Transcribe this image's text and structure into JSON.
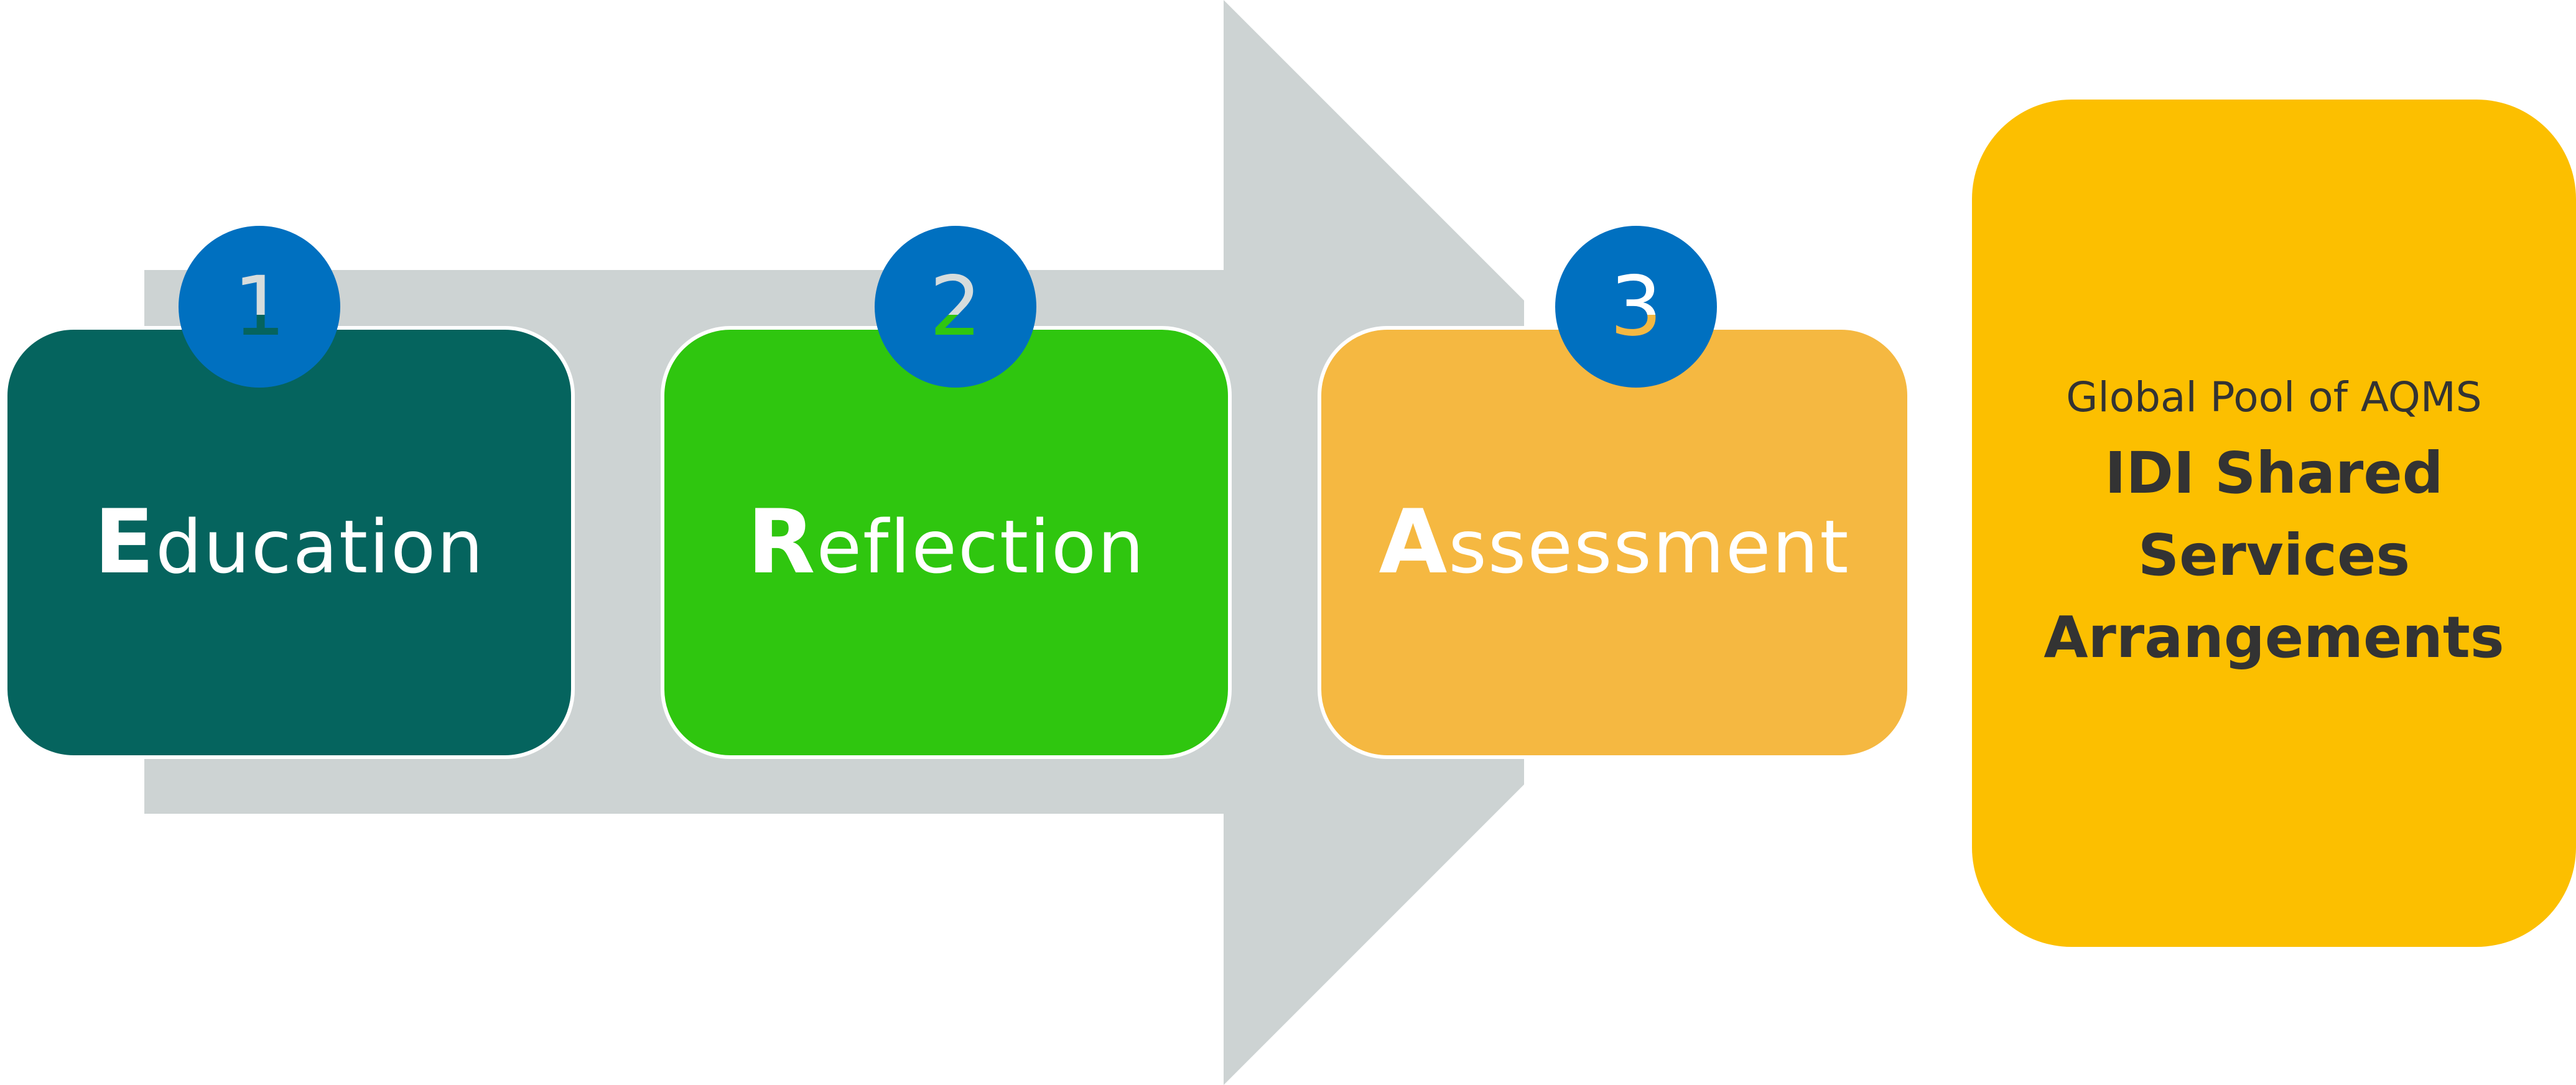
{
  "colors": {
    "background": "#ffffff",
    "arrow": "#cdd3d3",
    "badge": "#0070c0",
    "box_border": "#ffffff",
    "pool": "#fcbf00",
    "pool_text": "#333333"
  },
  "steps": [
    {
      "number": "1",
      "initial": "E",
      "rest": "ducation",
      "color": "#05645e",
      "digit_color": "#d6dcdc"
    },
    {
      "number": "2",
      "initial": "R",
      "rest": "eflection",
      "color": "#2fc60f",
      "digit_color": "#d6dcdc"
    },
    {
      "number": "3",
      "initial": "A",
      "rest": "ssessment",
      "color": "#f5b841",
      "digit_color": "#ffffff"
    }
  ],
  "pool": {
    "subtitle": "Global Pool of AQMS",
    "title_lines": [
      "IDI Shared",
      "Services",
      "Arrangements"
    ]
  }
}
